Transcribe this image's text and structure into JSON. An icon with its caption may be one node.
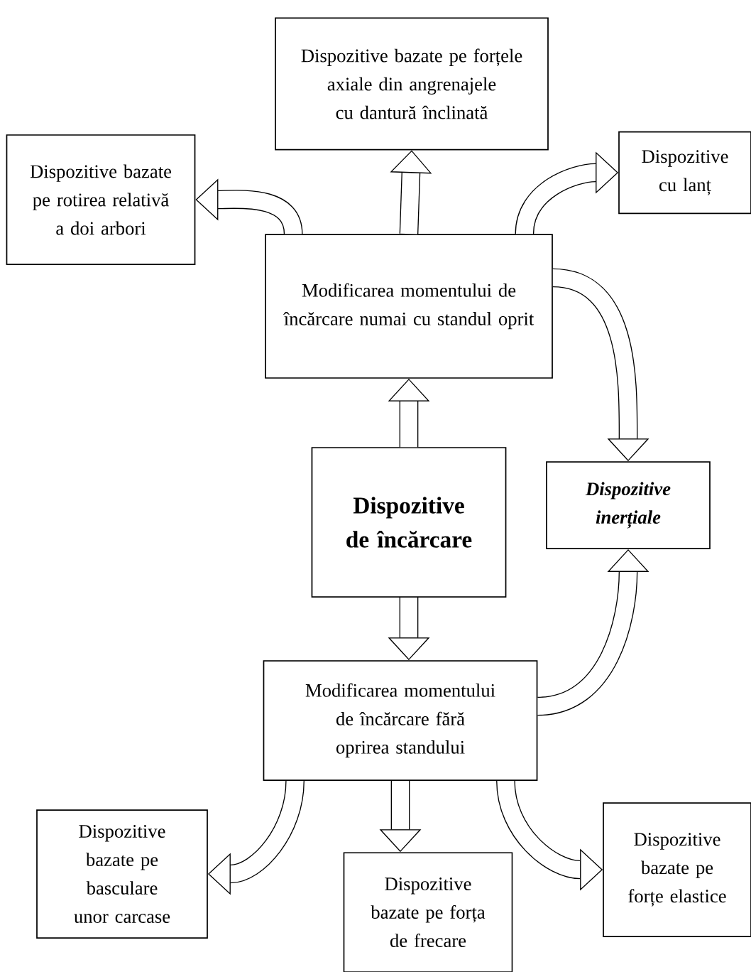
{
  "diagram": {
    "nodes": [
      {
        "text": [
          "Dispozitive bazate pe forțele axiale din angrenajele cu dantură înclinată"
        ]
      },
      {
        "text": [
          "Dispozitive bazate pe rotirea relativă a doi arbori"
        ]
      },
      {
        "text": [
          "Dispozitive cu lanț"
        ]
      },
      {
        "text": [
          "Modificarea momentului de încărcare numai cu standul oprit"
        ]
      },
      {
        "text": [
          "Dispozitive de încărcare"
        ]
      },
      {
        "text": [
          "Dispozitive inerțiale"
        ]
      },
      {
        "text": [
          "Modificarea momentului de încărcare fără oprirea standului"
        ]
      },
      {
        "text": [
          "Dispozitive bazate pe basculare unor carcase"
        ]
      },
      {
        "text": [
          "Dispozitive bazate pe forța de frecare"
        ]
      },
      {
        "text": [
          "Dispozitive bazate pe forțe elastice"
        ]
      }
    ],
    "edges": [
      {
        "from": 3,
        "to": 0,
        "arrow": "to"
      },
      {
        "from": 3,
        "to": 1,
        "arrow": "to"
      },
      {
        "from": 3,
        "to": 2,
        "arrow": "to"
      },
      {
        "from": 3,
        "to": 5,
        "arrow": "to"
      },
      {
        "from": 4,
        "to": 3,
        "arrow": "to"
      },
      {
        "from": 4,
        "to": 6,
        "arrow": "to"
      },
      {
        "from": 6,
        "to": 5,
        "arrow": "to"
      },
      {
        "from": 6,
        "to": 7,
        "arrow": "to"
      },
      {
        "from": 6,
        "to": 8,
        "arrow": "to"
      },
      {
        "from": 6,
        "to": 9,
        "arrow": "to"
      }
    ]
  }
}
